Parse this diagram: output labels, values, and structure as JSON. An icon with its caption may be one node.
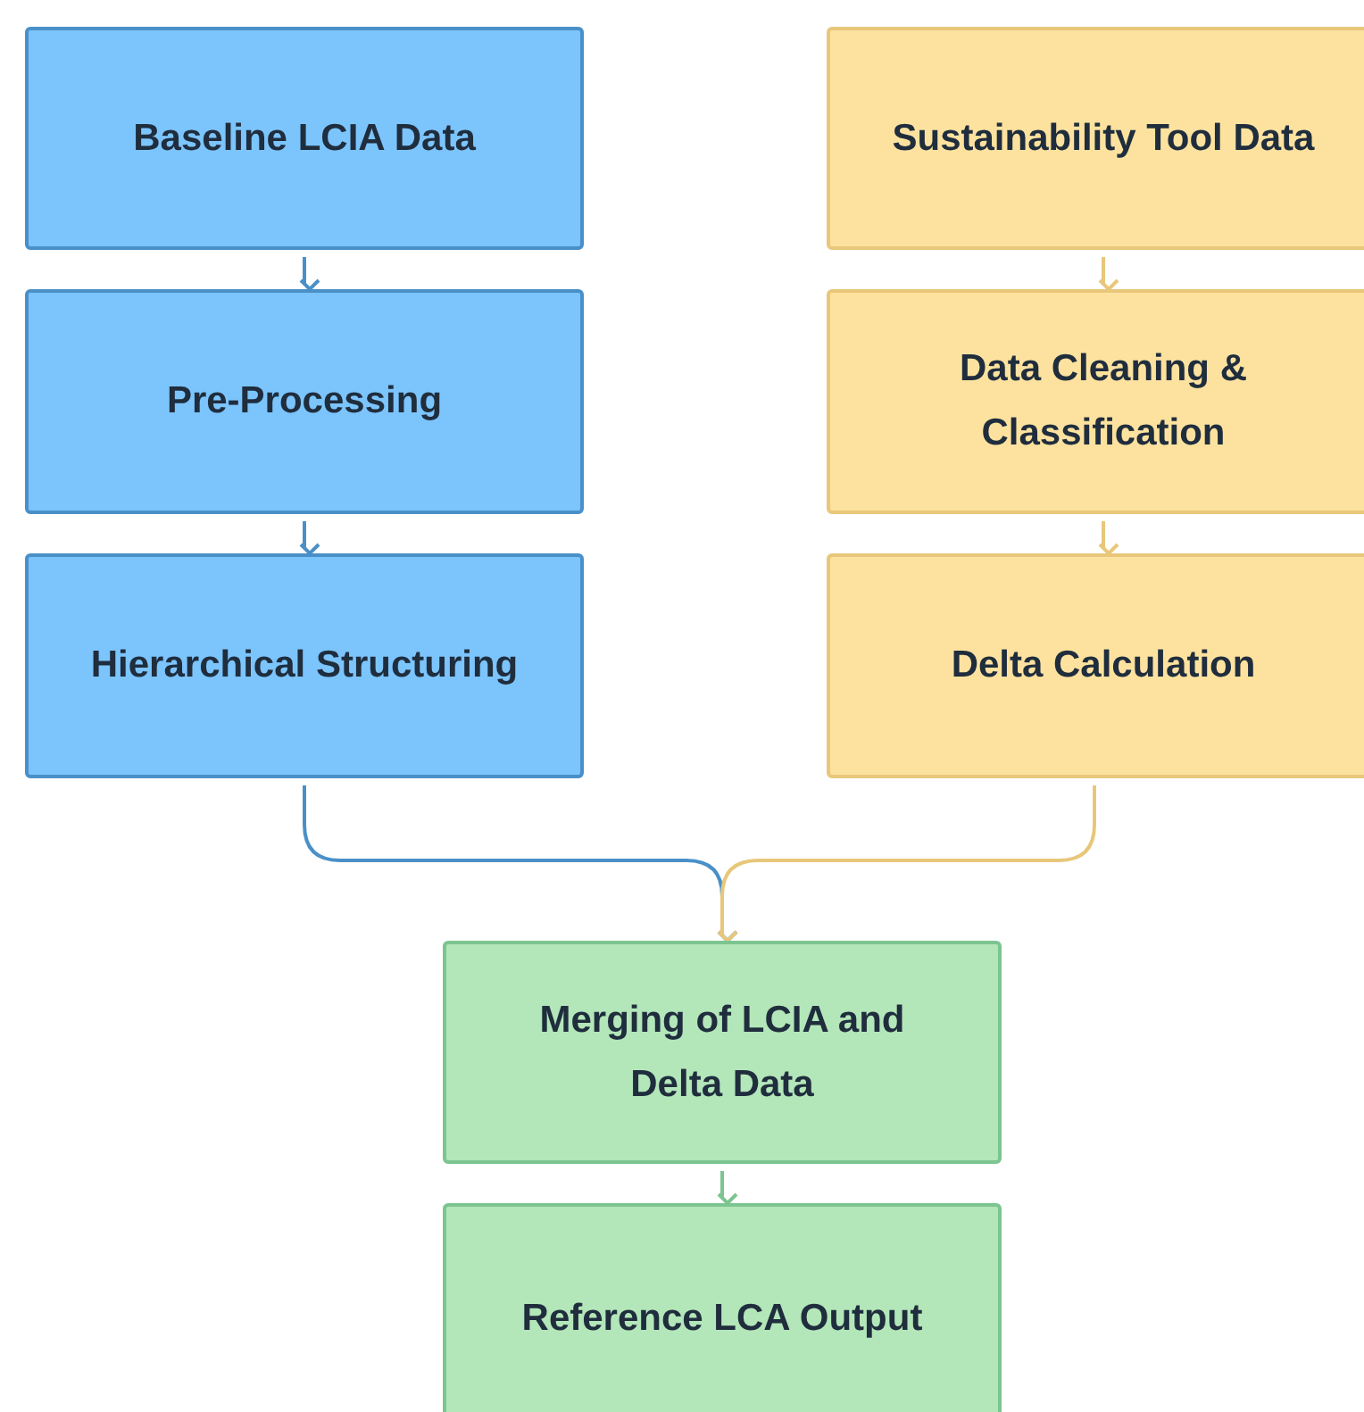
{
  "diagram": {
    "nodes": [
      {
        "text": [
          "Baseline LCIA Data"
        ]
      },
      {
        "text": [
          "Pre-Processing"
        ]
      },
      {
        "text": [
          "Hierarchical Structuring"
        ]
      },
      {
        "text": [
          "Sustainability Tool Data"
        ]
      },
      {
        "text": [
          "Data Cleaning & Classification"
        ]
      },
      {
        "text": [
          "Delta Calculation"
        ]
      },
      {
        "text": [
          "Merging of LCIA and Delta Data"
        ]
      },
      {
        "text": [
          "Reference LCA Output"
        ]
      }
    ],
    "edges": [
      {
        "from": 0,
        "to": 1,
        "arrow": "to",
        "color": "#4a90c8"
      },
      {
        "from": 1,
        "to": 2,
        "arrow": "to",
        "color": "#4a90c8"
      },
      {
        "from": 3,
        "to": 4,
        "arrow": "to",
        "color": "#e8c77a"
      },
      {
        "from": 4,
        "to": 5,
        "arrow": "to",
        "color": "#e8c77a"
      },
      {
        "from": 2,
        "to": 6,
        "arrow": "to",
        "color": "#4a90c8"
      },
      {
        "from": 5,
        "to": 6,
        "arrow": "to",
        "color": "#e8c77a"
      },
      {
        "from": 6,
        "to": 7,
        "arrow": "to",
        "color": "#7cc490"
      }
    ]
  }
}
